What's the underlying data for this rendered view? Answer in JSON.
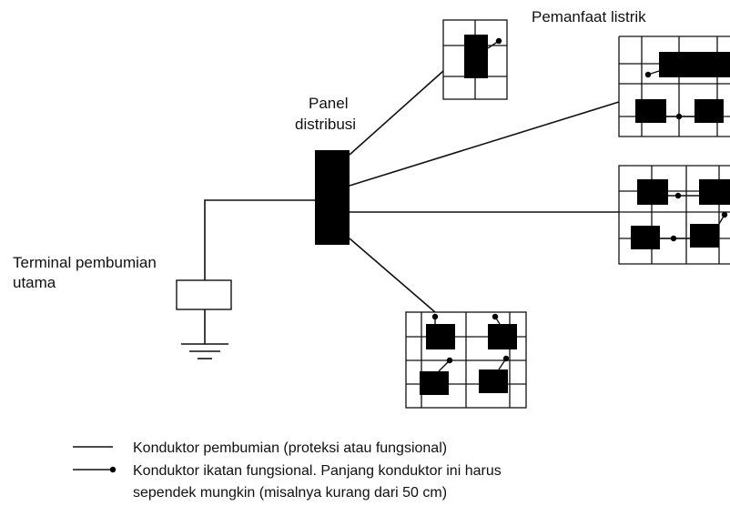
{
  "labels": {
    "consumers": "Pemanfaat listrik",
    "panel_line1": "Panel",
    "panel_line2": "distribusi",
    "terminal_line1": "Terminal pembumian",
    "terminal_line2": "utama"
  },
  "legend": {
    "earthing": "Konduktor pembumian (proteksi atau fungsional)",
    "bonding_line1": "Konduktor ikatan fungsional. Panjang konduktor ini harus",
    "bonding_line2": "sependek mungkin (misalnya kurang dari 50 cm)"
  },
  "colors": {
    "ink": "#111111",
    "background": "#ffffff"
  }
}
